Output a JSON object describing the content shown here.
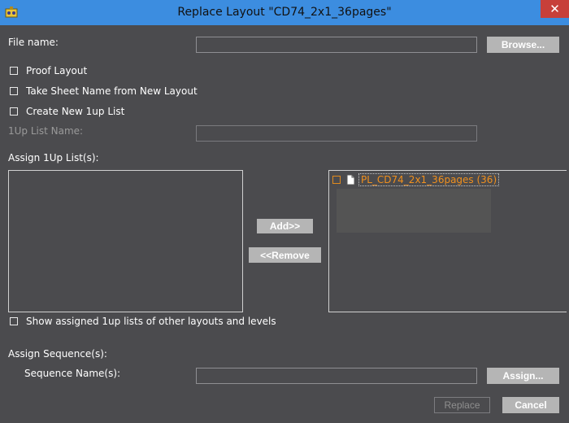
{
  "window": {
    "title": "Replace Layout \"CD74_2x1_36pages\"",
    "close_glyph": "✕",
    "app_icon": "gear-app-icon"
  },
  "file": {
    "label": "File name:",
    "value": "",
    "browse_label": "Browse..."
  },
  "options": {
    "proof_layout": {
      "label": "Proof Layout",
      "checked": false
    },
    "take_sheet_name": {
      "label": "Take Sheet Name from New Layout",
      "checked": false
    },
    "create_1up_list": {
      "label": "Create New 1up List",
      "checked": false
    }
  },
  "list_name": {
    "label": "1Up List Name:",
    "value": ""
  },
  "assign_lists": {
    "label": "Assign 1Up List(s):",
    "add_label": "Add>>",
    "remove_label": "<<Remove",
    "assigned_items": [
      {
        "label": "PL_CD74_2x1_36pages (36)",
        "checked": false,
        "icon": "document-icon",
        "color": "#f0901e"
      }
    ],
    "show_other_label": "Show assigned 1up lists of other layouts and levels",
    "show_other_checked": false
  },
  "sequence": {
    "section_label": "Assign Sequence(s):",
    "name_label": "Sequence Name(s):",
    "value": "",
    "assign_label": "Assign..."
  },
  "footer": {
    "replace_label": "Replace",
    "replace_enabled": false,
    "cancel_label": "Cancel"
  },
  "colors": {
    "title_bar": "#3c8de0",
    "background": "#4b4b4e",
    "button": "#b5b5b5",
    "accent": "#f0901e",
    "close": "#c7403a"
  }
}
